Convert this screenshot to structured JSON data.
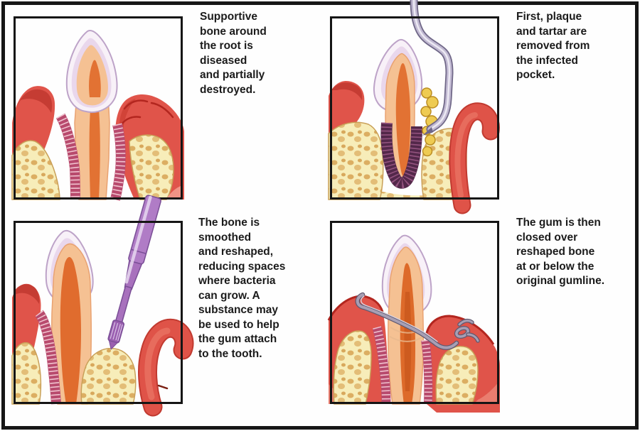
{
  "figure": {
    "background": "#ffffff",
    "frame_color": "#161616"
  },
  "panels": [
    {
      "name": "diseased-bone",
      "illustration": "tooth-with-diseased-supportive-bone",
      "caption": "Supportive\nbone around\nthe root is\ndiseased\nand partially\ndestroyed."
    },
    {
      "name": "plaque-removal",
      "illustration": "tooth-with-scaler-removing-tartar",
      "caption": "First, plaque\nand tartar are\nremoved from\nthe infected\npocket."
    },
    {
      "name": "bone-reshaping",
      "illustration": "tooth-with-bone-smoothing-bur",
      "caption": "The bone is\nsmoothed\nand reshaped,\nreducing spaces\nwhere bacteria\ncan grow. A\nsubstance may\nbe used to help\nthe gum attach\nto the tooth."
    },
    {
      "name": "gum-closure",
      "illustration": "tooth-with-suture-closed-gum",
      "caption": "The gum is then\nclosed over\nreshaped bone\nat or below the\noriginal gumline."
    }
  ],
  "colors": {
    "gum_red": "#e0544a",
    "gum_dark": "#c23a31",
    "gum_light": "#ef8d7c",
    "bone_yellow": "#f7edb9",
    "bone_nodule": "#dcae62",
    "bone_outline": "#c9a058",
    "ligament_pink": "#b84a6d",
    "ligament_stripe": "#f0c3cf",
    "ligament_dark": "#53284a",
    "dentin": "#f5c193",
    "pulp": "#e27233",
    "enamel": "#f8f1f8",
    "enamel_inner": "#e9d7ec",
    "enamel_edge": "#bda3c8",
    "tool_metal": "#c1b9d2",
    "tool_metal_dark": "#6f6787",
    "tool_purple": "#b07cc6",
    "tool_purple_dark": "#7a4e96",
    "tartar": "#eecb52",
    "tartar_edge": "#bb8d22",
    "suture_gray": "#a79fb4",
    "suture_dark": "#5f586f",
    "text": "#1b1b1b"
  }
}
